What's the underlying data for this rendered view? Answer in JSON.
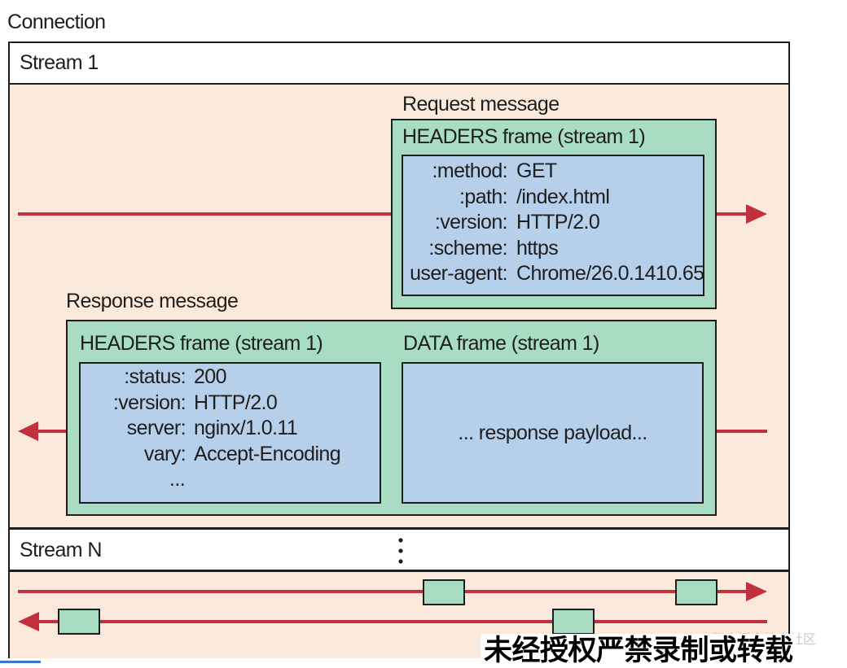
{
  "connection": {
    "label": "Connection"
  },
  "stream1": {
    "label": "Stream 1",
    "request": {
      "title": "Request message",
      "frame_title": "HEADERS frame (stream 1)",
      "headers": [
        {
          "key": ":method:",
          "value": "GET"
        },
        {
          "key": ":path:",
          "value": "/index.html"
        },
        {
          "key": ":version:",
          "value": "HTTP/2.0"
        },
        {
          "key": ":scheme:",
          "value": "https"
        },
        {
          "key": "user-agent:",
          "value": "Chrome/26.0.1410.65"
        }
      ]
    },
    "response": {
      "title": "Response message",
      "headers_frame_title": "HEADERS frame (stream 1)",
      "headers": [
        {
          "key": ":status:",
          "value": "200"
        },
        {
          "key": ":version:",
          "value": "HTTP/2.0"
        },
        {
          "key": "server:",
          "value": "nginx/1.0.11"
        },
        {
          "key": "vary:",
          "value": "Accept-Encoding"
        },
        {
          "key": "",
          "value": "..."
        }
      ],
      "data_frame_title": "DATA frame (stream 1)",
      "payload": "... response payload..."
    }
  },
  "streamN": {
    "label": "Stream N",
    "ellipsis": "⋮"
  },
  "watermark": {
    "text": "未经授权严禁录制或转载",
    "faint": "@稀土掘金技术社区"
  },
  "colors": {
    "arrow": "#c0303e",
    "peach": "#fbeadb",
    "green": "#a8dcc3",
    "blue": "#b6d0ec",
    "outline": "#1e1e1e"
  }
}
